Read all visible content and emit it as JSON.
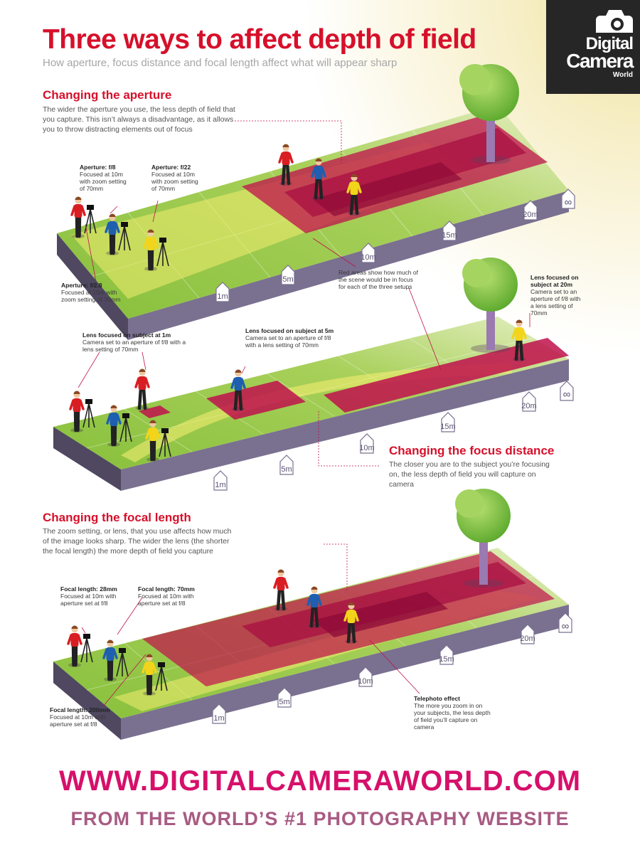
{
  "header": {
    "title": "Three ways to affect depth of field",
    "subtitle": "How aperture, focus distance and focal length affect what will appear sharp"
  },
  "logo": {
    "line1": "Digital",
    "line2": "Camera",
    "line3": "World"
  },
  "sections": {
    "aperture": {
      "heading": "Changing the aperture",
      "body": "The wider the aperture you use, the less depth of field that you capture. This isn’t always a disadvantage, as it allows you to throw distracting elements out of focus",
      "labels": {
        "f8": {
          "title": "Aperture: f/8",
          "text": "Focused at 10m with zoom setting of 70mm"
        },
        "f22": {
          "title": "Aperture: f/22",
          "text": "Focused at 10m with zoom setting of 70mm"
        },
        "f28": {
          "title": "Aperture: f/2.8",
          "text": "Focused at 10m with zoom setting of 70mm"
        },
        "red": {
          "title": "",
          "text": "Red areas show how much of the scene would be in focus for each of the three setups"
        }
      }
    },
    "focus": {
      "heading": "Changing the focus distance",
      "body": "The closer you are to the subject you’re focusing on, the less depth of field you will capture on camera",
      "labels": {
        "at1m": {
          "title": "Lens focused on subject at 1m",
          "text": "Camera set to an aperture of f/8 with a lens setting of 70mm"
        },
        "at5m": {
          "title": "Lens focused on subject at 5m",
          "text": "Camera set to an aperture of f/8 with a lens setting of 70mm"
        },
        "at20m": {
          "title": "Lens focused on subject at 20m",
          "text": "Camera set to an aperture of f/8 with a lens setting of 70mm"
        }
      }
    },
    "focal": {
      "heading": "Changing the focal length",
      "body": "The zoom setting, or lens, that you use affects how much of the image looks sharp. The wider the lens (the shorter the focal length) the more depth of field you capture",
      "labels": {
        "fl28": {
          "title": "Focal length: 28mm",
          "text": "Focused at 10m with aperture set at f/8"
        },
        "fl70": {
          "title": "Focal length: 70mm",
          "text": "Focused at 10m with aperture set at f/8"
        },
        "fl200": {
          "title": "Focal length: 200mm",
          "text": "Focused at 10m with aperture set at f/8"
        },
        "tele": {
          "title": "Telephoto effect",
          "text": "The more you zoom in on your subjects, the less depth of field you’ll capture on camera"
        }
      }
    }
  },
  "distance_markers": [
    "1m",
    "5m",
    "10m",
    "15m",
    "20m",
    "∞"
  ],
  "footer": {
    "url": "WWW.DIGITALCAMERAWORLD.COM",
    "tagline": "FROM THE WORLD’S #1 PHOTOGRAPHY WEBSITE"
  },
  "colors": {
    "accent": "#d6102b",
    "grass": "#8cc040",
    "platform_side": "#6f6680",
    "focus_zone": "#b8104a",
    "sight_band": "#f0e860",
    "footer_url": "#d6106a",
    "footer_tag": "#a85b83",
    "shirt_red": "#d81e22",
    "shirt_blue": "#1e5fb0",
    "shirt_yellow": "#f2d41a"
  }
}
